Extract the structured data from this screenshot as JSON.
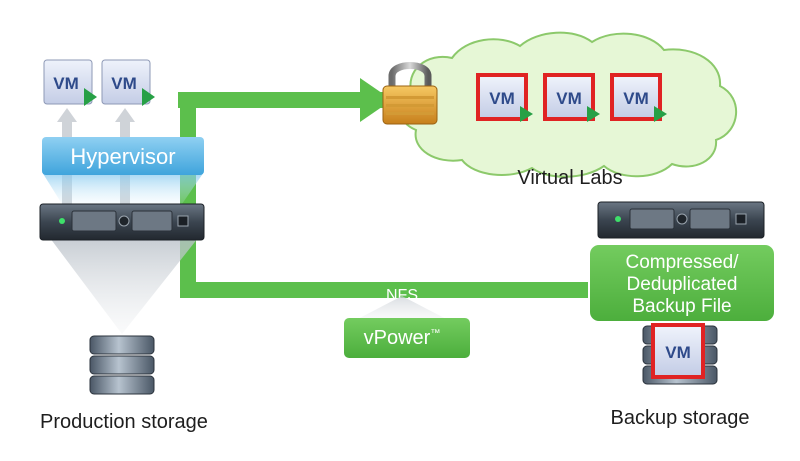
{
  "production": {
    "vm_labels": [
      "VM",
      "VM"
    ],
    "hypervisor_label": "Hypervisor",
    "storage_label": "Production storage"
  },
  "virtual_labs": {
    "vm_labels": [
      "VM",
      "VM",
      "VM"
    ],
    "label": "Virtual Labs"
  },
  "connection": {
    "protocol_label": "NFS",
    "vpower_label": "vPower",
    "vpower_trademark": "™"
  },
  "backup": {
    "file_label_lines": [
      "Compressed/",
      "Deduplicated",
      "Backup File"
    ],
    "vm_label": "VM",
    "storage_label": "Backup storage"
  },
  "icons": [
    "vm-icon",
    "lock-icon",
    "server-icon",
    "storage-stack-icon",
    "cloud-icon",
    "arrow-right-icon",
    "arrow-up-icon"
  ],
  "colors": {
    "green": "#5cbf4c",
    "hypervisor_blue": "#5fb6e6",
    "vm_bg": "#d7def0",
    "vm_text": "#2e4a8a",
    "vm_play": "#27a046",
    "red_frame": "#e02323",
    "cloud_fill": "#e6f7d6",
    "cloud_stroke": "#8cc96b",
    "lock_gold": "#e0a030"
  }
}
